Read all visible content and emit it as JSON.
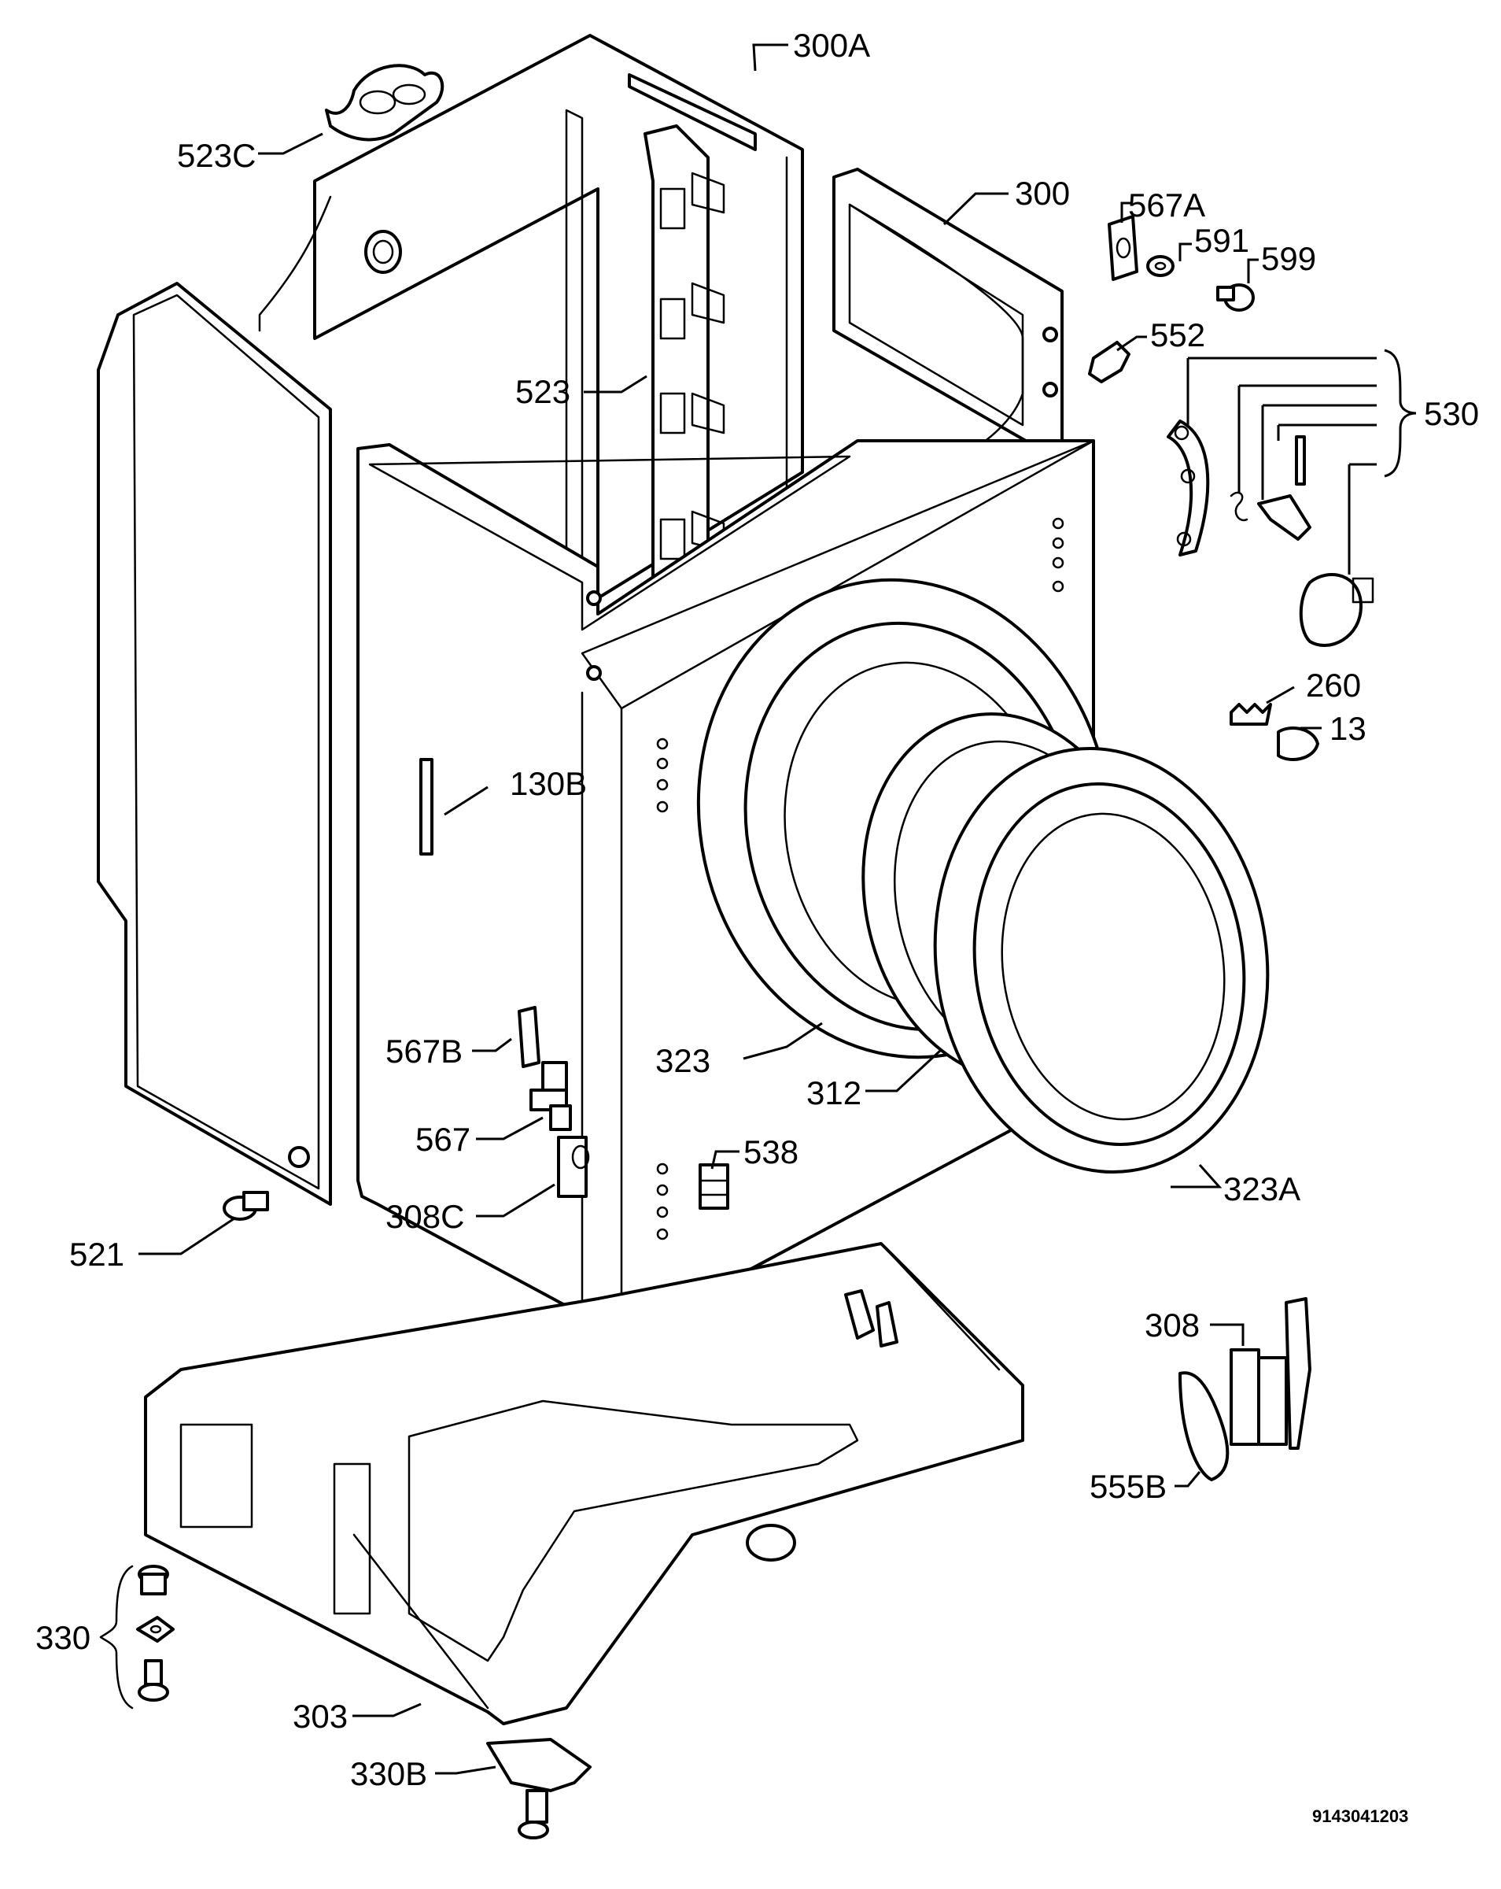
{
  "callouts": [
    {
      "id": "300A",
      "text": "300A"
    },
    {
      "id": "523C",
      "text": "523C"
    },
    {
      "id": "300",
      "text": "300"
    },
    {
      "id": "567A",
      "text": "567A"
    },
    {
      "id": "591",
      "text": "591"
    },
    {
      "id": "599",
      "text": "599"
    },
    {
      "id": "552",
      "text": "552"
    },
    {
      "id": "523",
      "text": "523"
    },
    {
      "id": "530",
      "text": "530"
    },
    {
      "id": "260",
      "text": "260"
    },
    {
      "id": "13",
      "text": "13"
    },
    {
      "id": "130B",
      "text": "130B"
    },
    {
      "id": "567B",
      "text": "567B"
    },
    {
      "id": "323",
      "text": "323"
    },
    {
      "id": "312",
      "text": "312"
    },
    {
      "id": "567",
      "text": "567"
    },
    {
      "id": "538",
      "text": "538"
    },
    {
      "id": "308C",
      "text": "308C"
    },
    {
      "id": "323A",
      "text": "323A"
    },
    {
      "id": "521",
      "text": "521"
    },
    {
      "id": "308",
      "text": "308"
    },
    {
      "id": "555B",
      "text": "555B"
    },
    {
      "id": "330",
      "text": "330"
    },
    {
      "id": "303",
      "text": "303"
    },
    {
      "id": "330B",
      "text": "330B"
    }
  ],
  "document_number": "9143041203"
}
